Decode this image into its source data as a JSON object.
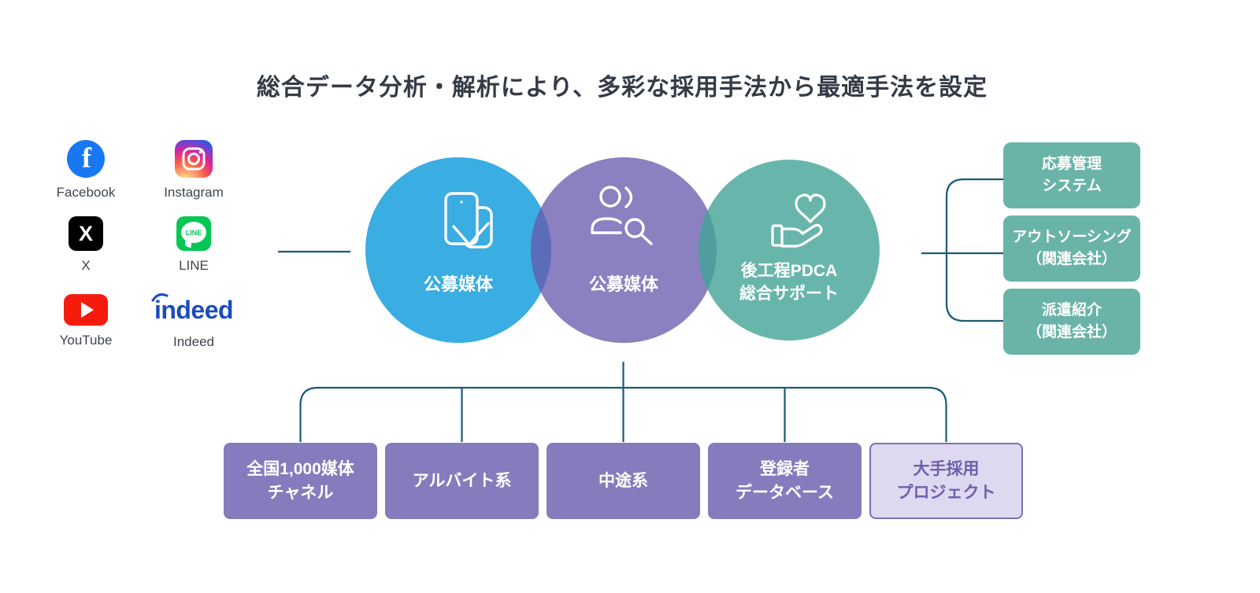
{
  "title": "総合データ分析・解析により、多彩な採用手法から最適手法を設定",
  "channels": [
    {
      "label": "Facebook",
      "icon": "facebook-icon",
      "glyph": "f"
    },
    {
      "label": "Instagram",
      "icon": "instagram-icon"
    },
    {
      "label": "X",
      "icon": "x-icon",
      "glyph": "X"
    },
    {
      "label": "LINE",
      "icon": "line-icon",
      "bubble_text": "LINE"
    },
    {
      "label": "YouTube",
      "icon": "youtube-icon"
    },
    {
      "label": "Indeed",
      "icon": "indeed-icon",
      "logo_text": "indeed"
    }
  ],
  "venn": {
    "circle1": {
      "label": "公募媒体",
      "icon": "smartphone-icon"
    },
    "circle2": {
      "label": "公募媒体",
      "icon": "person-search-icon"
    },
    "circle3": {
      "line1": "後工程PDCA",
      "line2": "総合サポート",
      "icon": "hand-heart-icon"
    }
  },
  "right_boxes": [
    {
      "line1": "応募管理",
      "line2": "システム"
    },
    {
      "line1": "アウトソーシング",
      "line2": "（関連会社）"
    },
    {
      "line1": "派遣紹介",
      "line2": "（関連会社）"
    }
  ],
  "bottom_boxes": [
    {
      "line1": "全国1,000媒体",
      "line2": "チャネル"
    },
    {
      "line1": "アルバイト系"
    },
    {
      "line1": "中途系"
    },
    {
      "line1": "登録者",
      "line2": "データベース"
    },
    {
      "line1": "大手採用",
      "line2": "プロジェクト"
    }
  ],
  "colors": {
    "title_text": "#333b46",
    "connector_line": "#1a5a78",
    "circle_blue": "#3aade2",
    "circle_purple": "#8b80c0",
    "circle_teal": "#68b6ab",
    "overlap_blue_purple": "#5b6cb8",
    "overlap_purple_teal": "#4f9d9d",
    "box_teal": "#6ab3a8",
    "box_purple": "#857cbd",
    "box_light_bg": "#ded9f0",
    "box_light_border": "#7b70b6",
    "box_light_text": "#6c60ab",
    "facebook_blue": "#1877f2",
    "x_black": "#000000",
    "line_green": "#06c755",
    "youtube_red": "#f61c0d",
    "indeed_blue": "#1b4cbb"
  }
}
